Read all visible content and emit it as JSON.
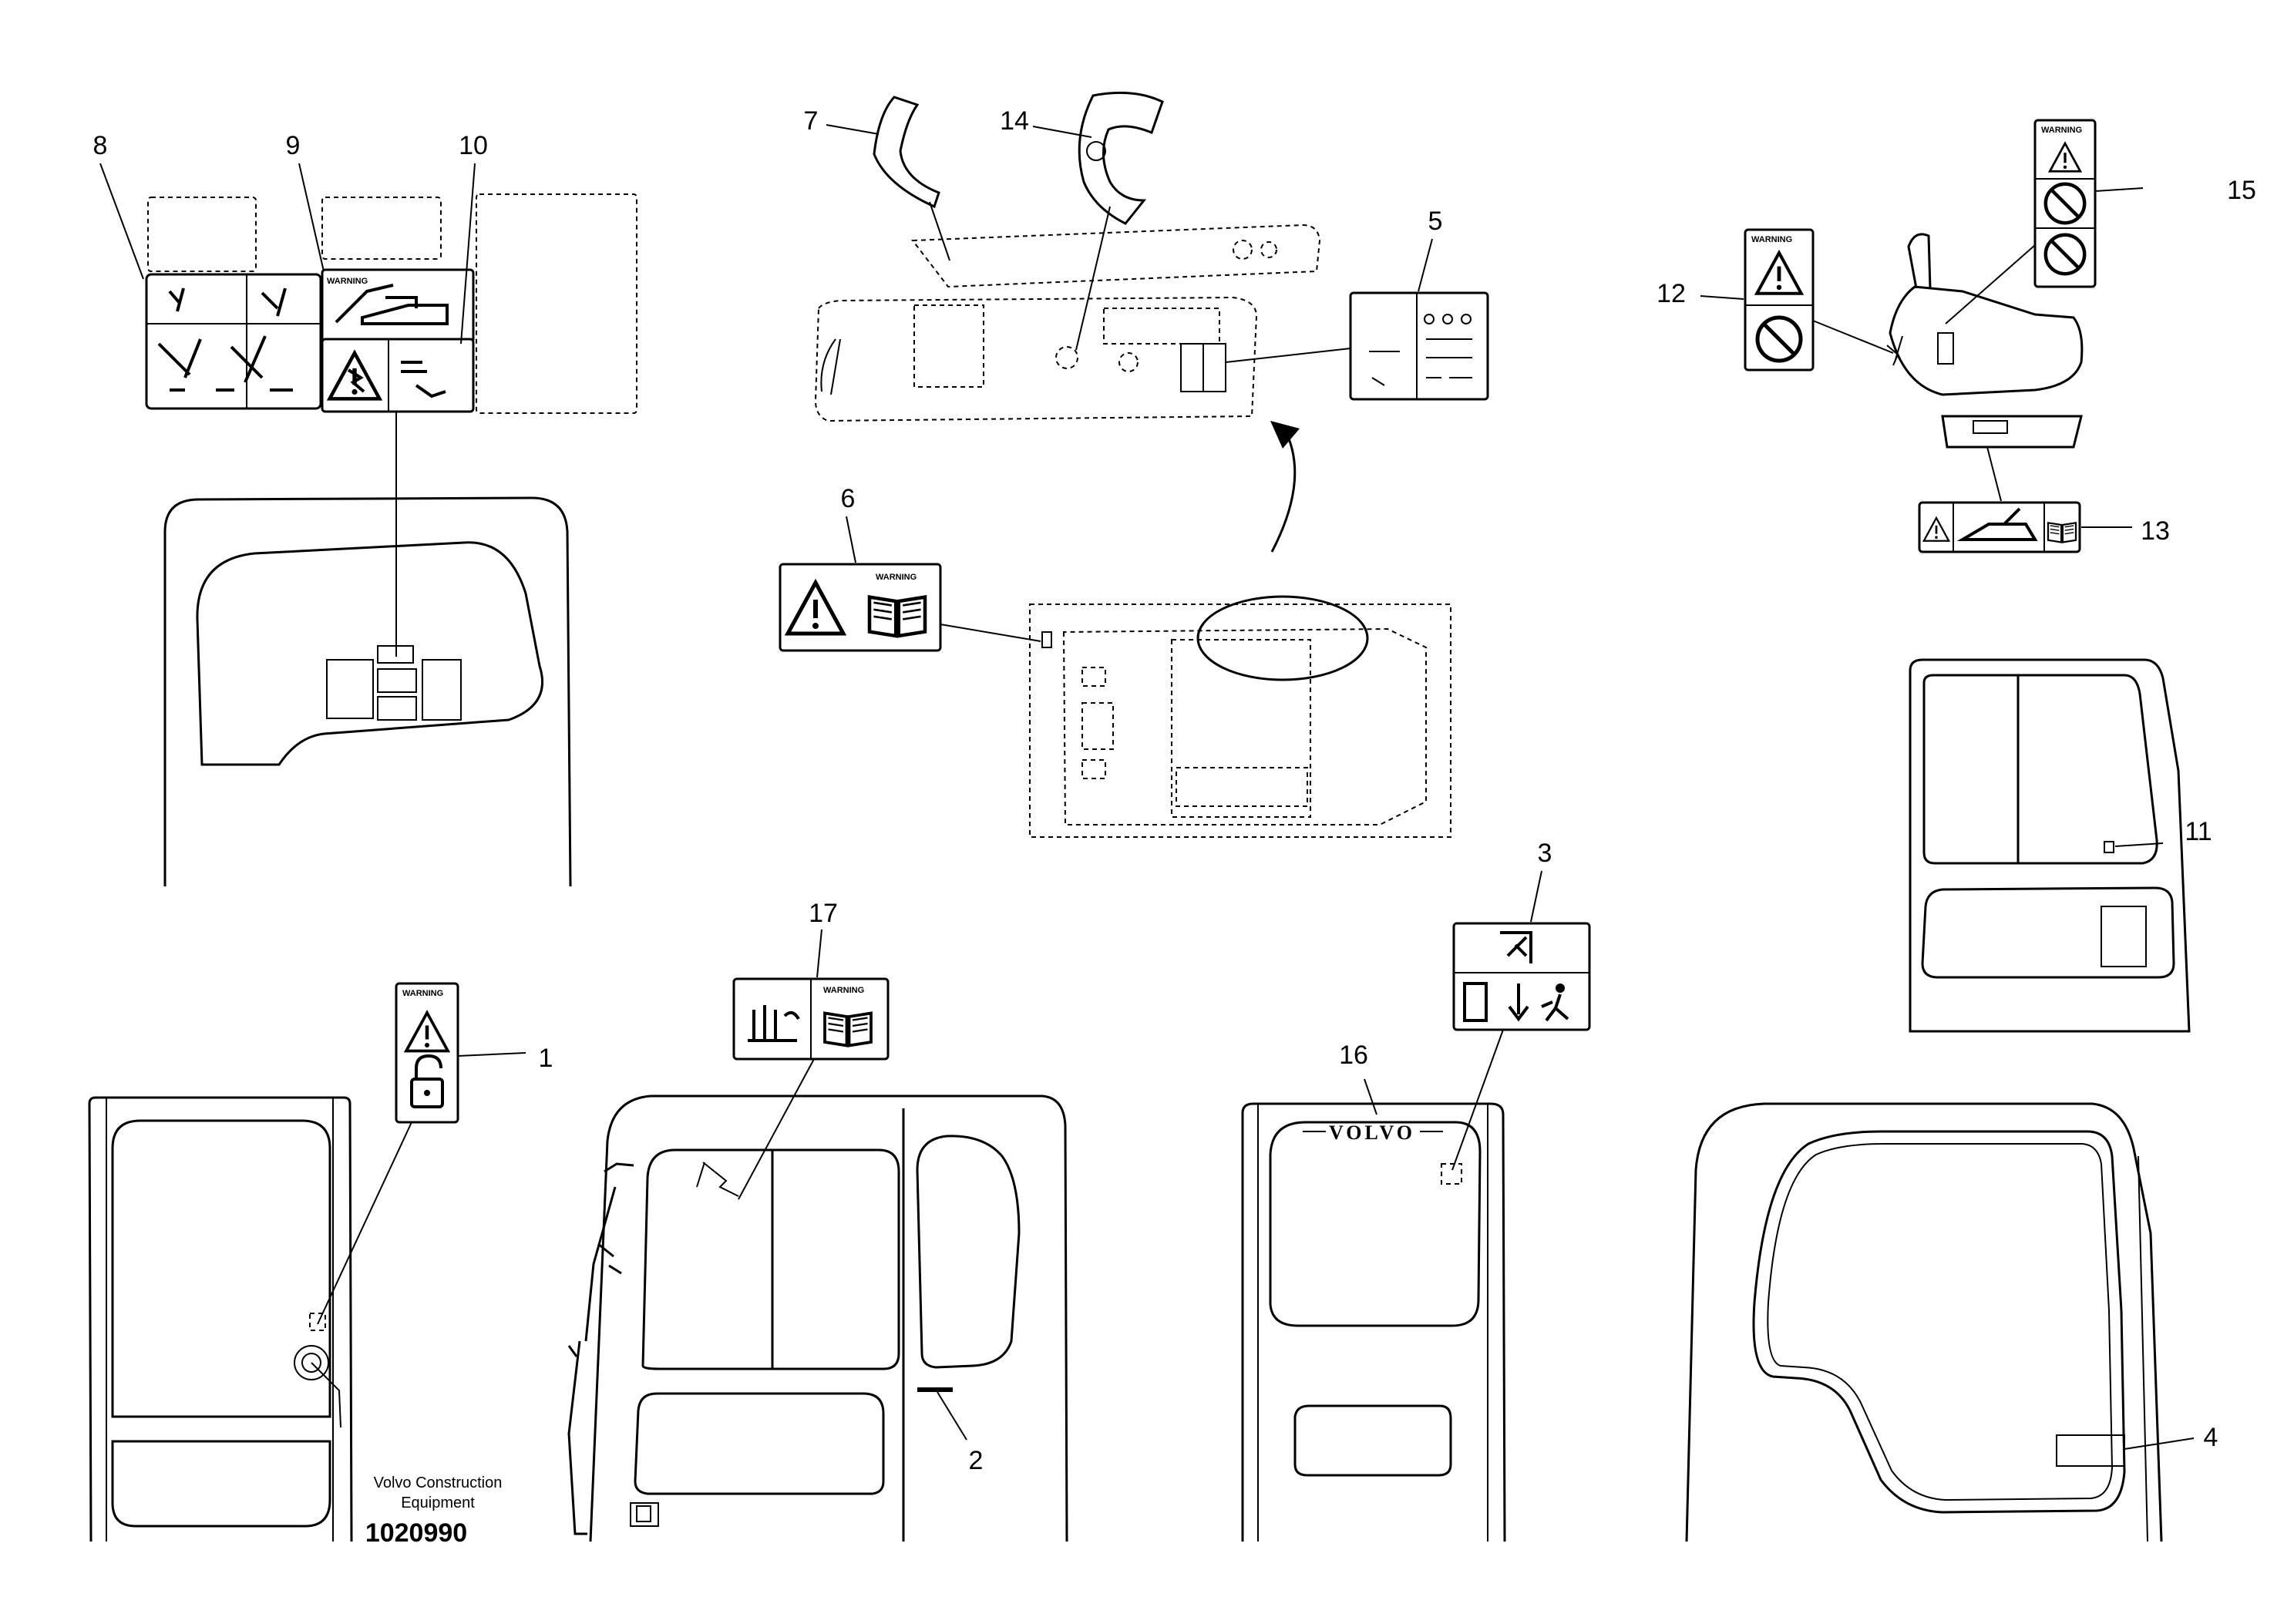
{
  "callouts": {
    "c1": "1",
    "c2": "2",
    "c3": "3",
    "c4": "4",
    "c5": "5",
    "c6": "6",
    "c7": "7",
    "c8": "8",
    "c9": "9",
    "c10": "10",
    "c11": "11",
    "c12": "12",
    "c13": "13",
    "c14": "14",
    "c15": "15",
    "c16": "16",
    "c17": "17"
  },
  "labels": {
    "warning": "WARNING",
    "brand": "VOLVO"
  },
  "footer": {
    "company_line1": "Volvo Construction",
    "company_line2": "Equipment",
    "drawing_number": "1020990"
  },
  "icons": [
    "warning-triangle-icon",
    "manual-book-icon",
    "lock-icon",
    "no-entry-icon",
    "emergency-exit-icon",
    "arrow-down-icon",
    "crush-hazard-icon"
  ],
  "colors": {
    "line": "#000000",
    "background": "#ffffff"
  }
}
